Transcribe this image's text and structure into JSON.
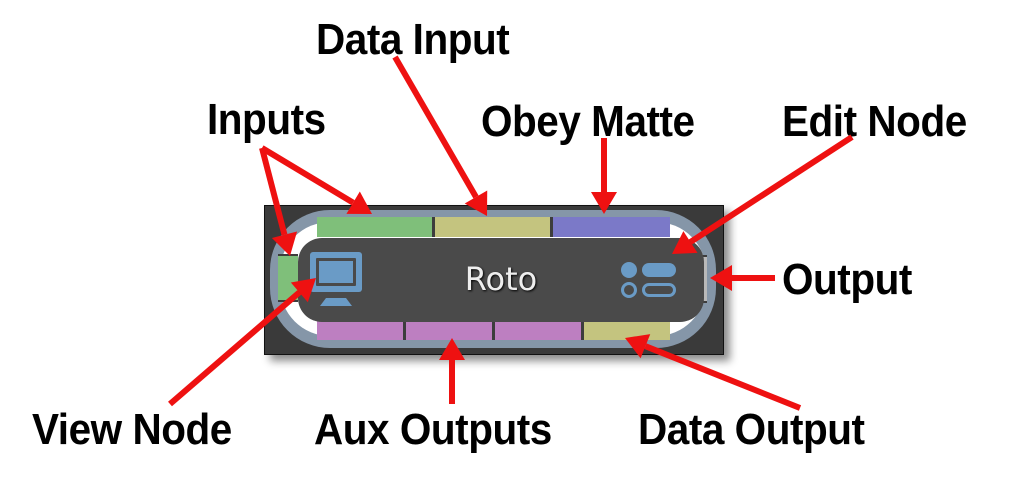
{
  "node": {
    "title": "Roto",
    "colors": {
      "frame": "#3a3a3a",
      "pill": "#8596a8",
      "body": "#4a4a4a",
      "icon": "#6a9bc6",
      "title_text": "#eeeeee"
    },
    "ports": {
      "left_input": {
        "color": "#7fbf7a"
      },
      "top": [
        {
          "name": "input",
          "color": "#7fbf7a"
        },
        {
          "name": "data-input",
          "color": "#c4c47f"
        },
        {
          "name": "obey-matte",
          "color": "#7b79c8"
        }
      ],
      "bottom": [
        {
          "name": "aux-output-1",
          "color": "#bd7fc1"
        },
        {
          "name": "aux-output-2",
          "color": "#bd7fc1"
        },
        {
          "name": "aux-output-3",
          "color": "#bd7fc1"
        },
        {
          "name": "data-output",
          "color": "#c4c47f"
        }
      ],
      "output": {
        "color": "#b9b9b9"
      }
    },
    "icons": {
      "view": "monitor-icon",
      "edit": "edit-node-icon"
    }
  },
  "annotations": {
    "inputs": "Inputs",
    "data_input": "Data Input",
    "obey_matte": "Obey Matte",
    "edit_node": "Edit Node",
    "output": "Output",
    "view_node": "View Node",
    "aux_outputs": "Aux Outputs",
    "data_output": "Data Output"
  },
  "arrow_color": "#ee1111"
}
